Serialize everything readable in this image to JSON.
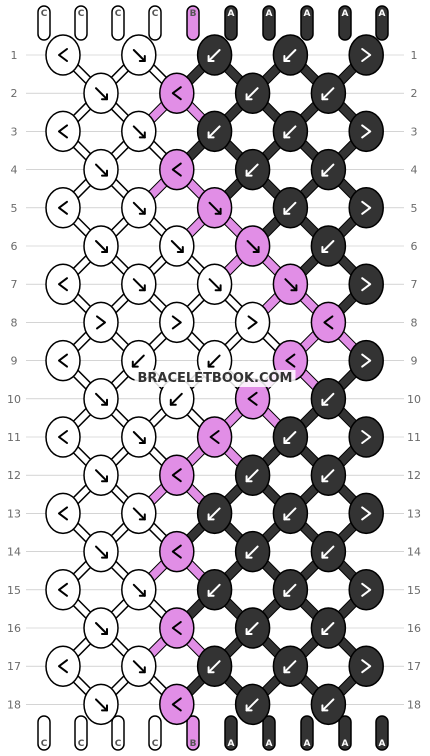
{
  "colors": {
    "C": "#ffffff",
    "B": "#e18ee6",
    "A": "#333333",
    "outline": "#000000",
    "grid": "#bbbbbb"
  },
  "watermark": "BRACELETBOOK.COM",
  "strands_top": [
    "C",
    "C",
    "C",
    "C",
    "B",
    "A",
    "A",
    "A",
    "A",
    "A"
  ],
  "strands_bottom": [
    "C",
    "C",
    "C",
    "C",
    "B",
    "A",
    "A",
    "A",
    "A",
    "A"
  ],
  "row_numbers": [
    "1",
    "2",
    "3",
    "4",
    "5",
    "6",
    "7",
    "8",
    "9",
    "10",
    "11",
    "12",
    "13",
    "14",
    "15",
    "16",
    "17",
    "18"
  ],
  "knots": [
    [
      [
        "C",
        "bf"
      ],
      [
        "C",
        "f"
      ],
      [
        "A",
        "b"
      ],
      [
        "A",
        "b"
      ],
      [
        "A",
        "fb"
      ]
    ],
    [
      [
        "C",
        "f"
      ],
      [
        "B",
        "bf"
      ],
      [
        "A",
        "b"
      ],
      [
        "A",
        "b"
      ]
    ],
    [
      [
        "C",
        "bf"
      ],
      [
        "C",
        "f"
      ],
      [
        "A",
        "b"
      ],
      [
        "A",
        "b"
      ],
      [
        "A",
        "fb"
      ]
    ],
    [
      [
        "C",
        "f"
      ],
      [
        "B",
        "bf"
      ],
      [
        "A",
        "b"
      ],
      [
        "A",
        "b"
      ]
    ],
    [
      [
        "C",
        "bf"
      ],
      [
        "C",
        "f"
      ],
      [
        "B",
        "f"
      ],
      [
        "A",
        "b"
      ],
      [
        "A",
        "fb"
      ]
    ],
    [
      [
        "C",
        "f"
      ],
      [
        "C",
        "f"
      ],
      [
        "B",
        "f"
      ],
      [
        "A",
        "b"
      ]
    ],
    [
      [
        "C",
        "bf"
      ],
      [
        "C",
        "f"
      ],
      [
        "C",
        "f"
      ],
      [
        "B",
        "f"
      ],
      [
        "A",
        "fb"
      ]
    ],
    [
      [
        "C",
        "fb"
      ],
      [
        "C",
        "fb"
      ],
      [
        "C",
        "fb"
      ],
      [
        "B",
        "bf"
      ]
    ],
    [
      [
        "C",
        "bf"
      ],
      [
        "C",
        "b"
      ],
      [
        "C",
        "b"
      ],
      [
        "B",
        "bf"
      ],
      [
        "A",
        "fb"
      ]
    ],
    [
      [
        "C",
        "f"
      ],
      [
        "C",
        "b"
      ],
      [
        "B",
        "bf"
      ],
      [
        "A",
        "b"
      ]
    ],
    [
      [
        "C",
        "bf"
      ],
      [
        "C",
        "f"
      ],
      [
        "B",
        "bf"
      ],
      [
        "A",
        "b"
      ],
      [
        "A",
        "fb"
      ]
    ],
    [
      [
        "C",
        "f"
      ],
      [
        "B",
        "bf"
      ],
      [
        "A",
        "b"
      ],
      [
        "A",
        "b"
      ]
    ],
    [
      [
        "C",
        "bf"
      ],
      [
        "C",
        "f"
      ],
      [
        "A",
        "b"
      ],
      [
        "A",
        "b"
      ],
      [
        "A",
        "fb"
      ]
    ],
    [
      [
        "C",
        "f"
      ],
      [
        "B",
        "bf"
      ],
      [
        "A",
        "b"
      ],
      [
        "A",
        "b"
      ]
    ],
    [
      [
        "C",
        "bf"
      ],
      [
        "C",
        "f"
      ],
      [
        "A",
        "b"
      ],
      [
        "A",
        "b"
      ],
      [
        "A",
        "fb"
      ]
    ],
    [
      [
        "C",
        "f"
      ],
      [
        "B",
        "bf"
      ],
      [
        "A",
        "b"
      ],
      [
        "A",
        "b"
      ]
    ],
    [
      [
        "C",
        "bf"
      ],
      [
        "C",
        "f"
      ],
      [
        "A",
        "b"
      ],
      [
        "A",
        "b"
      ],
      [
        "A",
        "fb"
      ]
    ],
    [
      [
        "C",
        "f"
      ],
      [
        "B",
        "bf"
      ],
      [
        "A",
        "b"
      ],
      [
        "A",
        "b"
      ]
    ]
  ]
}
